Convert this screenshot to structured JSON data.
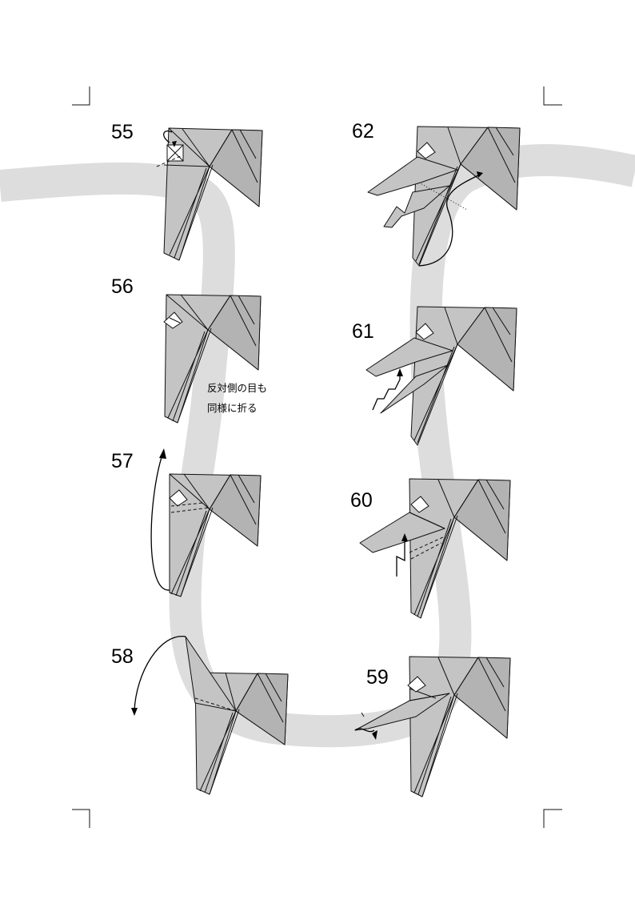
{
  "steps": [
    {
      "number": "55"
    },
    {
      "number": "56",
      "note_lines": [
        "反対側の目も",
        "同様に折る"
      ]
    },
    {
      "number": "57"
    },
    {
      "number": "58"
    },
    {
      "number": "59"
    },
    {
      "number": "60"
    },
    {
      "number": "61"
    },
    {
      "number": "62"
    }
  ],
  "colors": {
    "paper": "#c4c4c4",
    "ribbon": "#dddddd",
    "line": "#111111"
  }
}
